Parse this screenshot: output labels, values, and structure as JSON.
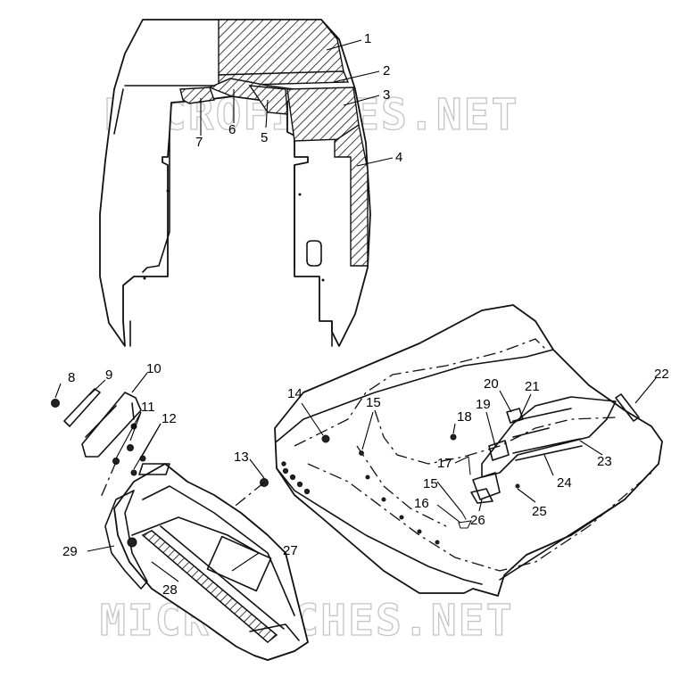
{
  "watermark": "MICROFICHES.NET",
  "callouts": [
    "1",
    "2",
    "3",
    "4",
    "5",
    "6",
    "7",
    "8",
    "9",
    "10",
    "11",
    "12",
    "13",
    "14",
    "15",
    "15",
    "16",
    "17",
    "18",
    "19",
    "20",
    "21",
    "22",
    "23",
    "24",
    "25",
    "26",
    "27",
    "28",
    "29"
  ],
  "colors": {
    "line": "#111111",
    "background": "#ffffff",
    "watermark": "#c4c4c4"
  }
}
